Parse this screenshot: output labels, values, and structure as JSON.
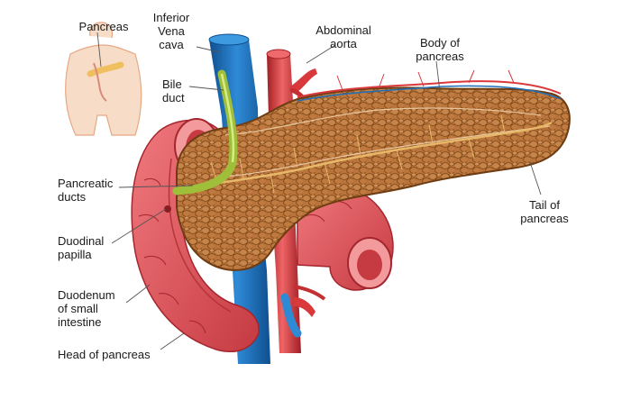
{
  "labels": {
    "pancreas": "Pancreas",
    "inferior_vena_cava": "Inferior\nVena\ncava",
    "abdominal_aorta": "Abdominal\naorta",
    "body_of_pancreas": "Body of\npancreas",
    "bile_duct": "Bile\nduct",
    "pancreatic_ducts": "Pancreatic\nducts",
    "tail_of_pancreas": "Tail of\npancreas",
    "duodinal_papilla": "Duodinal\npapilla",
    "duodenum": "Duodenum\nof small\nintestine",
    "head_of_pancreas": "Head of pancreas"
  },
  "colors": {
    "pancreas_tissue": "#b8743a",
    "pancreas_dark": "#7a4516",
    "duodenum": "#e0545a",
    "duodenum_dark": "#a4262e",
    "vena_cava": "#1e6fb8",
    "aorta": "#d9393b",
    "bile_duct": "#9fbf3a",
    "body_outline": "#e6a884"
  }
}
